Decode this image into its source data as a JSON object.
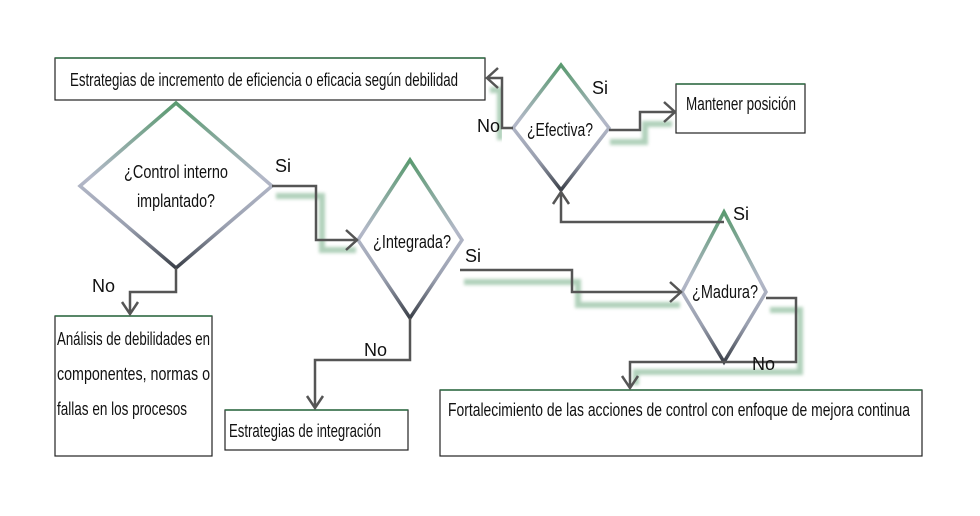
{
  "boxes": {
    "strategies_efficiency": "Estrategias de incremento de eficiencia o eficacia según debilidad",
    "maintain_position": "Mantener posición",
    "weakness_analysis": [
      "Análisis de debilidades en",
      "componentes, normas o",
      "fallas en los procesos"
    ],
    "integration_strategies": "Estrategias de integración",
    "strengthening": "Fortalecimiento de las acciones de control con enfoque de mejora continua"
  },
  "decisions": {
    "internal_control": [
      "¿Control interno",
      "implantado?"
    ],
    "integrated": "¿Integrada?",
    "mature": "¿Madura?",
    "effective": "¿Efectiva?"
  },
  "labels": {
    "yes": "Si",
    "no": "No"
  },
  "colors": {
    "green": "#4f8f65",
    "grey": "#a8aec0",
    "dark": "#444a55"
  }
}
